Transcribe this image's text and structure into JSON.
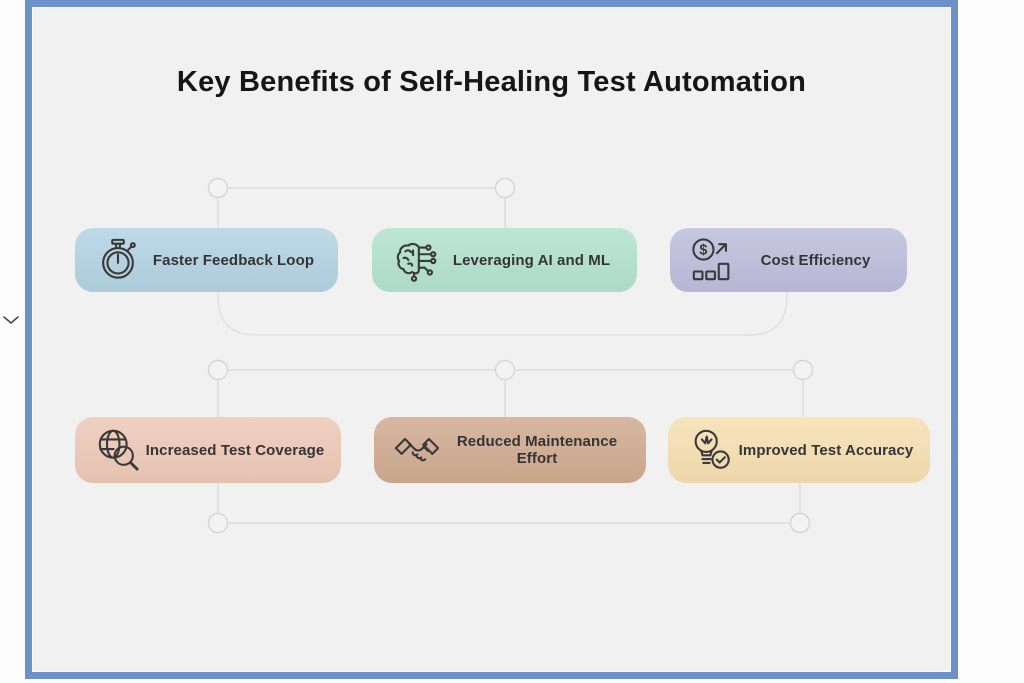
{
  "title": "Key Benefits of Self-Healing Test Automation",
  "frame": {
    "border_color": "#6c91c6",
    "canvas_color": "#f1f1f2",
    "page_color": "#fdfdfd"
  },
  "connector": {
    "line_color": "#dcdcdd",
    "node_fill": "#f3f3f4",
    "node_stroke": "#d6d6d8"
  },
  "icon_stroke_color": "#3a3a3a",
  "label_color": "#353535",
  "chevron": {
    "icon": "chevron-down"
  },
  "benefits": [
    {
      "label": "Faster Feedback Loop",
      "icon": "stopwatch-icon",
      "color": "#b3d2e2"
    },
    {
      "label": "Leveraging AI and ML",
      "icon": "ai-brain-circuit-icon",
      "color": "#b2e1cf"
    },
    {
      "label": "Cost Efficiency",
      "icon": "dollar-growth-icon",
      "color": "#bdbddb"
    },
    {
      "label": "Increased Test Coverage",
      "icon": "globe-magnifier-icon",
      "color": "#edc8b6"
    },
    {
      "label": "Reduced Maintenance Effort",
      "icon": "handshake-icon",
      "color": "#d0aa90"
    },
    {
      "label": "Improved Test Accuracy",
      "icon": "lightbulb-check-icon",
      "color": "#f6dfb1"
    }
  ]
}
